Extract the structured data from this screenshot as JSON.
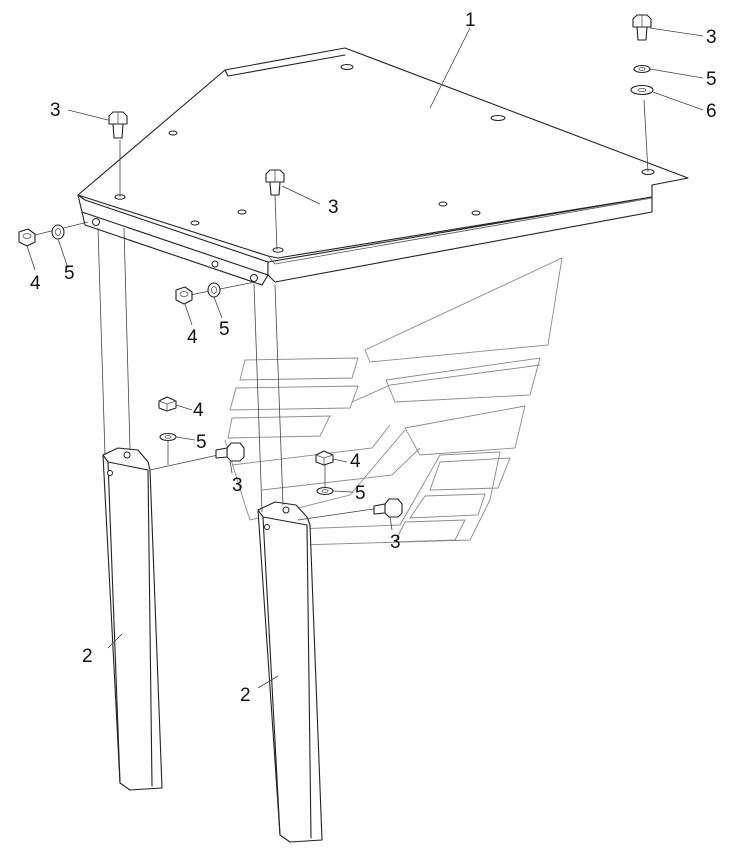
{
  "callouts": {
    "c1": "1",
    "c2a": "2",
    "c2b": "2",
    "c3a": "3",
    "c3b": "3",
    "c3c": "3",
    "c3d": "3",
    "c3e": "3",
    "c4a": "4",
    "c4b": "4",
    "c4c": "4",
    "c4d": "4",
    "c5a": "5",
    "c5b": "5",
    "c5c": "5",
    "c5d": "5",
    "c5e": "5",
    "c6": "6"
  }
}
